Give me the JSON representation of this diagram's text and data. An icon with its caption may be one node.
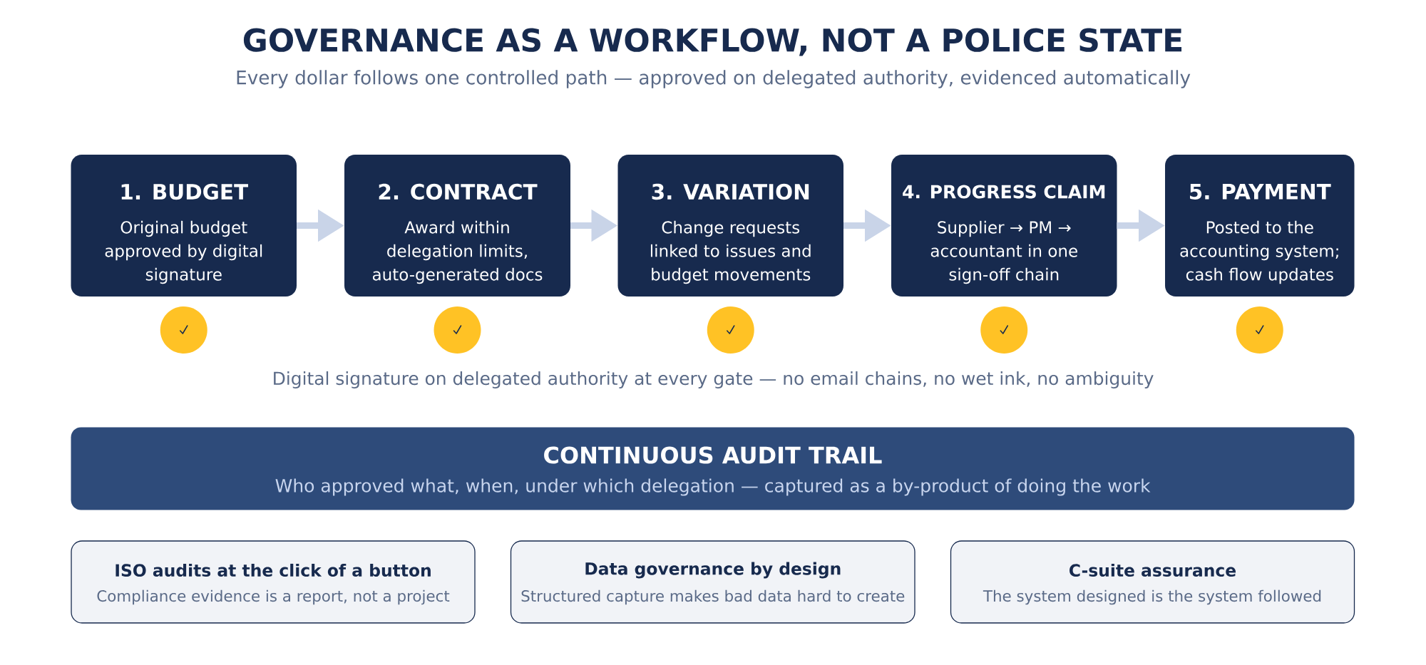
{
  "diagram": {
    "title": "GOVERNANCE AS A WORKFLOW, NOT A POLICE STATE",
    "nodes": [
      {
        "text": [
          "1. BUDGET",
          "Original budget approved by digital signature"
        ]
      },
      {
        "text": [
          "2. CONTRACT",
          "Award within delegation limits, auto-generated docs"
        ]
      },
      {
        "text": [
          "3. VARIATION",
          "Change requests linked to issues and budget movements"
        ]
      },
      {
        "text": [
          "4. PROGRESS CLAIM",
          "Supplier → PM → accountant in one sign-off chain"
        ]
      },
      {
        "text": [
          "5. PAYMENT",
          "Posted to the accounting system; cash flow updates"
        ]
      },
      {
        "text": [
          "CONTINUOUS AUDIT TRAIL",
          "Who approved what, when, under which delegation — captured as a by-product of doing the work"
        ]
      },
      {
        "text": [
          "ISO audits at the click of a button",
          "Compliance evidence is a report, not a project"
        ]
      },
      {
        "text": [
          "Data governance by design",
          "Structured capture makes bad data hard to create"
        ]
      },
      {
        "text": [
          "C-suite assurance",
          "The system designed is the system followed"
        ]
      }
    ],
    "edges": [
      {
        "from": 0,
        "to": 1,
        "arrow": "to"
      },
      {
        "from": 1,
        "to": 2,
        "arrow": "to"
      },
      {
        "from": 2,
        "to": 3,
        "arrow": "to"
      },
      {
        "from": 3,
        "to": 4,
        "arrow": "to"
      }
    ],
    "labels": [
      "Every dollar follows one controlled path — approved on delegated authority, evidenced automatically",
      "Digital signature on delegated authority at every gate — no email chains, no wet ink, no ambiguity"
    ]
  }
}
